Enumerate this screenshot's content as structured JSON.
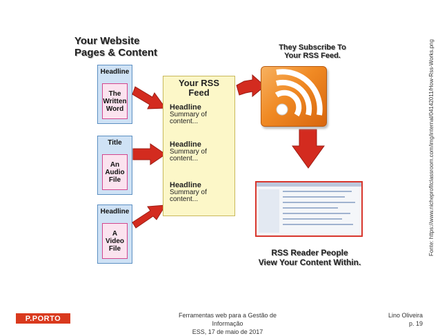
{
  "website": {
    "title_line1": "Your Website",
    "title_line2": "Pages & Content"
  },
  "pages": [
    {
      "label": "Headline",
      "content": [
        "The",
        "Written",
        "Word"
      ]
    },
    {
      "label": "Title",
      "content": [
        "An",
        "Audio",
        "File"
      ]
    },
    {
      "label": "Headline",
      "content": [
        "A",
        "Video",
        "File"
      ]
    }
  ],
  "feed": {
    "title_line1": "Your RSS",
    "title_line2": "Feed",
    "entries": [
      {
        "headline": "Headline",
        "summary1": "Summary of",
        "summary2": "content..."
      },
      {
        "headline": "Headline",
        "summary1": "Summary of",
        "summary2": "content..."
      },
      {
        "headline": "Headline",
        "summary1": "Summary of",
        "summary2": "content..."
      }
    ]
  },
  "subscribe": {
    "line1": "They Subscribe To",
    "line2": "Your RSS Feed."
  },
  "reader": {
    "line1": "RSS Reader People",
    "line2": "View Your Content Within."
  },
  "source": "Fonte: https://www.nicheprofitclassroom.com/img/internal/04142011/How-Rss-Works.png",
  "footer": {
    "logo": "P.PORTO",
    "course": "Ferramentas web para a Gestão de Informação",
    "date": "ESS, 17 de maio de 2017",
    "author": "Lino Oliveira",
    "page": "p. 19"
  },
  "colors": {
    "arrow": "#d32b1f",
    "rss_orange": "#f08a24",
    "logo_red": "#d9391d"
  }
}
